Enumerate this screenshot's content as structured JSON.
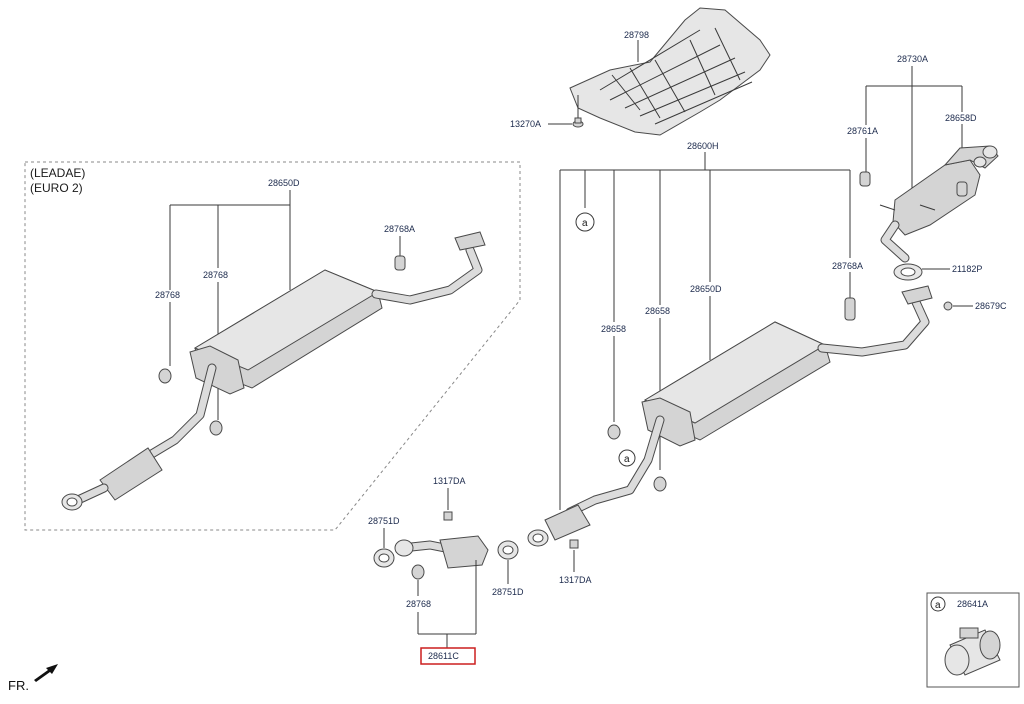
{
  "diagram": {
    "variant_note": {
      "line1": "(LEADAE)",
      "line2": "(EURO 2)"
    },
    "front_indicator": "FR.",
    "callout_symbol": "a",
    "labels": {
      "heat_shield": "28798",
      "heat_shield_nut": "13270A",
      "rear_muffler_assy": "28730A",
      "rear_hanger": "28761A",
      "rear_hanger_b": "28658D",
      "main_assy": "28600H",
      "left_muffler": "28650D",
      "left_hanger_top": "28768A",
      "left_hanger_1": "28768",
      "left_hanger_2": "28768",
      "right_hanger_top": "28768A",
      "right_hanger_1": "28658",
      "right_hanger_2": "28658",
      "right_muffler": "28650D",
      "gasket_rear": "21182P",
      "rear_nut": "28679C",
      "front_nut_top": "1317DA",
      "front_gasket_left": "28751D",
      "front_hanger": "28768",
      "front_gasket_right": "28751D",
      "front_nut_bottom": "1317DA",
      "front_pipe_highlight": "28611C",
      "clamp": "28641A"
    },
    "highlight_color": "#cc1f1f"
  }
}
